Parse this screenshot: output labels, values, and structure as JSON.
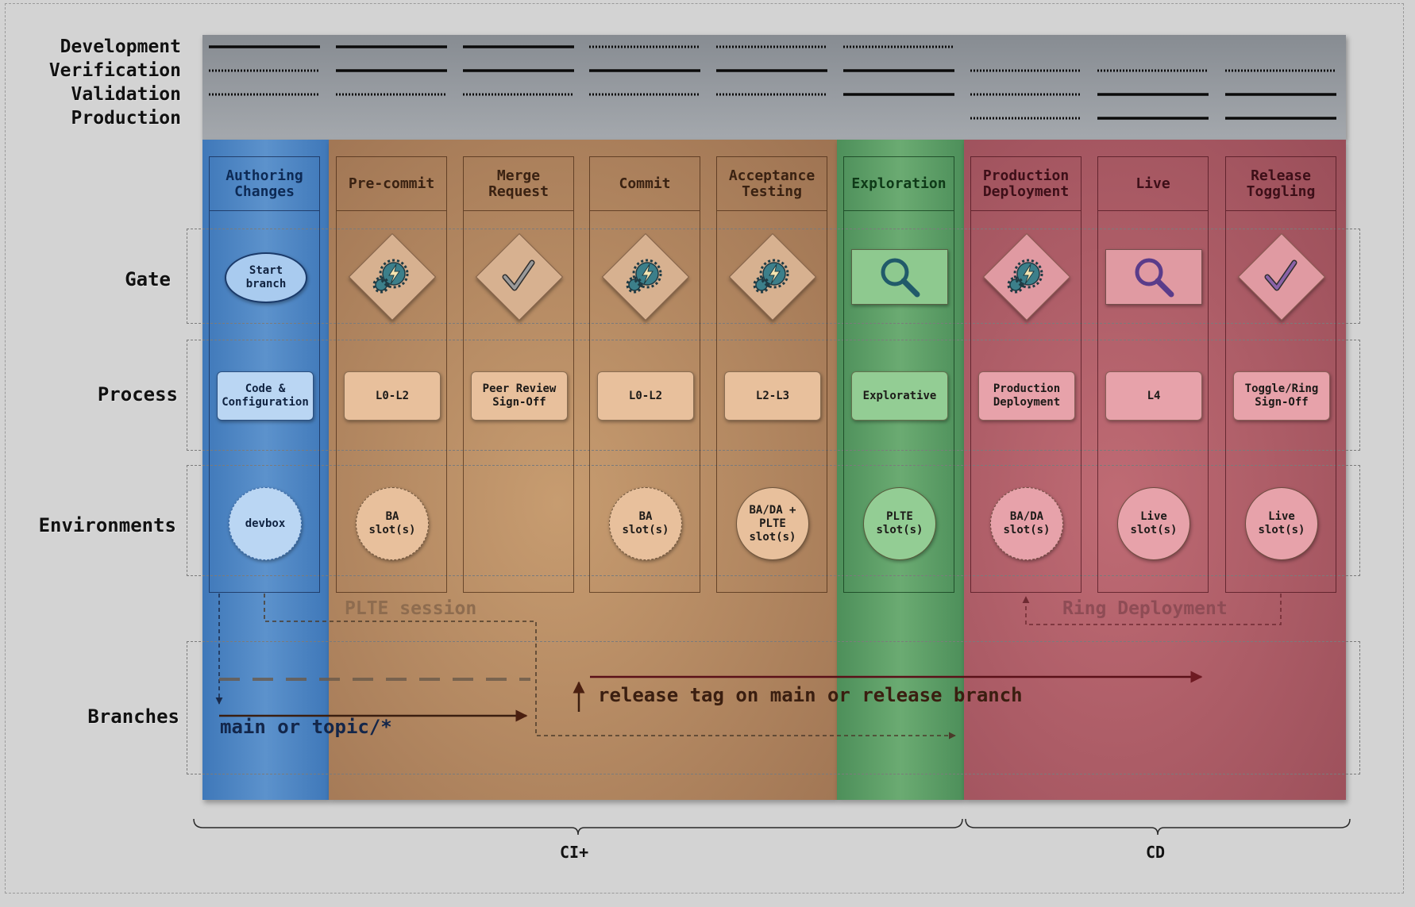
{
  "stage_legend": [
    "Development",
    "Verification",
    "Validation",
    "Production"
  ],
  "stage_lines": {
    "rows": [
      [
        "solid",
        "solid",
        "solid",
        "dotted",
        "dotted",
        "dotted",
        "none",
        "none",
        "none"
      ],
      [
        "dotted",
        "solid",
        "solid",
        "solid",
        "solid",
        "solid",
        "dotted",
        "dotted",
        "dotted"
      ],
      [
        "dotted",
        "dotted",
        "dotted",
        "dotted",
        "dotted",
        "solid",
        "dotted",
        "solid",
        "solid"
      ],
      [
        "none",
        "none",
        "none",
        "none",
        "none",
        "none",
        "dotted",
        "solid",
        "solid"
      ]
    ]
  },
  "row_labels": {
    "gate": "Gate",
    "process": "Process",
    "environments": "Environments",
    "branches": "Branches"
  },
  "columns": [
    {
      "id": "authoring",
      "title": "Authoring\nChanges",
      "band": "blue",
      "gate": {
        "type": "ellipse",
        "label": "Start\nbranch"
      },
      "process": "Code &\nConfiguration",
      "env": "devbox"
    },
    {
      "id": "precommit",
      "title": "Pre-commit",
      "band": "tan",
      "gate": {
        "type": "diamond",
        "icon": "gear-lightning-icon"
      },
      "process": "L0-L2",
      "env": "BA\nslot(s)"
    },
    {
      "id": "merge",
      "title": "Merge\nRequest",
      "band": "tan",
      "gate": {
        "type": "diamond",
        "icon": "checkmark-icon"
      },
      "process": "Peer Review\nSign-Off",
      "env": ""
    },
    {
      "id": "commit",
      "title": "Commit",
      "band": "tan",
      "gate": {
        "type": "diamond",
        "icon": "gear-lightning-icon"
      },
      "process": "L0-L2",
      "env": "BA\nslot(s)"
    },
    {
      "id": "acceptance",
      "title": "Acceptance\nTesting",
      "band": "tan",
      "gate": {
        "type": "diamond",
        "icon": "gear-lightning-icon"
      },
      "process": "L2-L3",
      "env": "BA/DA +\nPLTE\nslot(s)"
    },
    {
      "id": "exploration",
      "title": "Exploration",
      "band": "green",
      "gate": {
        "type": "rect",
        "icon": "magnifier-icon"
      },
      "process": "Explorative",
      "env": "PLTE\nslot(s)"
    },
    {
      "id": "proddeploy",
      "title": "Production\nDeployment",
      "band": "red",
      "gate": {
        "type": "diamond",
        "icon": "gear-lightning-icon"
      },
      "process": "Production\nDeployment",
      "env": "BA/DA\nslot(s)"
    },
    {
      "id": "live",
      "title": "Live",
      "band": "red",
      "gate": {
        "type": "rect",
        "icon": "magnifier-icon"
      },
      "process": "L4",
      "env": "Live\nslot(s)"
    },
    {
      "id": "release",
      "title": "Release\nToggling",
      "band": "red",
      "gate": {
        "type": "diamond",
        "icon": "checkmark-icon"
      },
      "process": "Toggle/Ring\nSign-Off",
      "env": "Live\nslot(s)"
    }
  ],
  "annotations": {
    "plte_session": "PLTE session",
    "ring_deployment": "Ring Deployment",
    "release_tag": "release tag on main or release branch",
    "main_topic": "main or topic/*"
  },
  "groups": {
    "ci": "CI+",
    "cd": "CD"
  },
  "colors": {
    "blue_band": "#4a83c2",
    "tan_band": "#b58963",
    "green_band": "#5d9d66",
    "red_band": "#ad5c66",
    "header": "#979ba0",
    "background": "#d3d3d3"
  }
}
